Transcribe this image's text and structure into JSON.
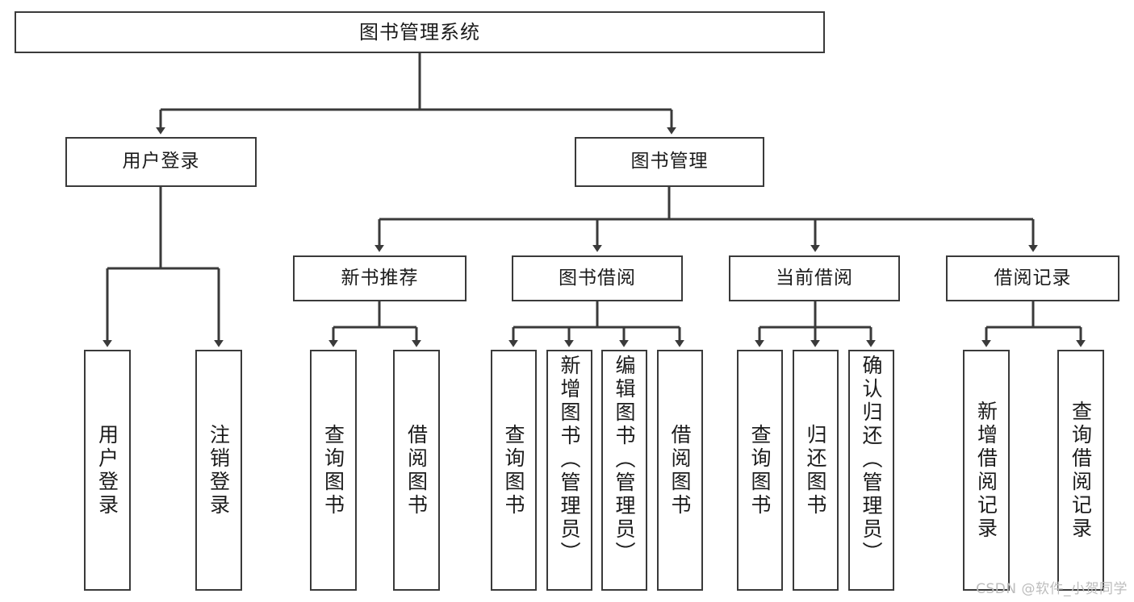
{
  "diagram": {
    "title": "图书管理系统",
    "type": "tree-hierarchy-chart",
    "stroke_color": "#3a3a3a",
    "background_color": "#ffffff",
    "text_color": "#1b1b1b"
  },
  "root": {
    "label": "图书管理系统"
  },
  "level2": [
    {
      "label": "用户登录"
    },
    {
      "label": "图书管理"
    }
  ],
  "level3": [
    {
      "label": "新书推荐"
    },
    {
      "label": "图书借阅"
    },
    {
      "label": "当前借阅"
    },
    {
      "label": "借阅记录"
    }
  ],
  "leaves": {
    "user_login": [
      {
        "label": "用户登录"
      },
      {
        "label": "注销登录"
      }
    ],
    "new_book": [
      {
        "label": "查询图书"
      },
      {
        "label": "借阅图书"
      }
    ],
    "book_borrow": [
      {
        "label": "查询图书"
      },
      {
        "label": "新增图书（管理员）"
      },
      {
        "label": "编辑图书（管理员）"
      },
      {
        "label": "借阅图书"
      }
    ],
    "current_borrow": [
      {
        "label": "查询图书"
      },
      {
        "label": "归还图书"
      },
      {
        "label": "确认归还（管理员）"
      }
    ],
    "borrow_record": [
      {
        "label": "新增借阅记录"
      },
      {
        "label": "查询借阅记录"
      }
    ]
  },
  "watermark": {
    "text": "CSDN @软件_小贺同学"
  }
}
